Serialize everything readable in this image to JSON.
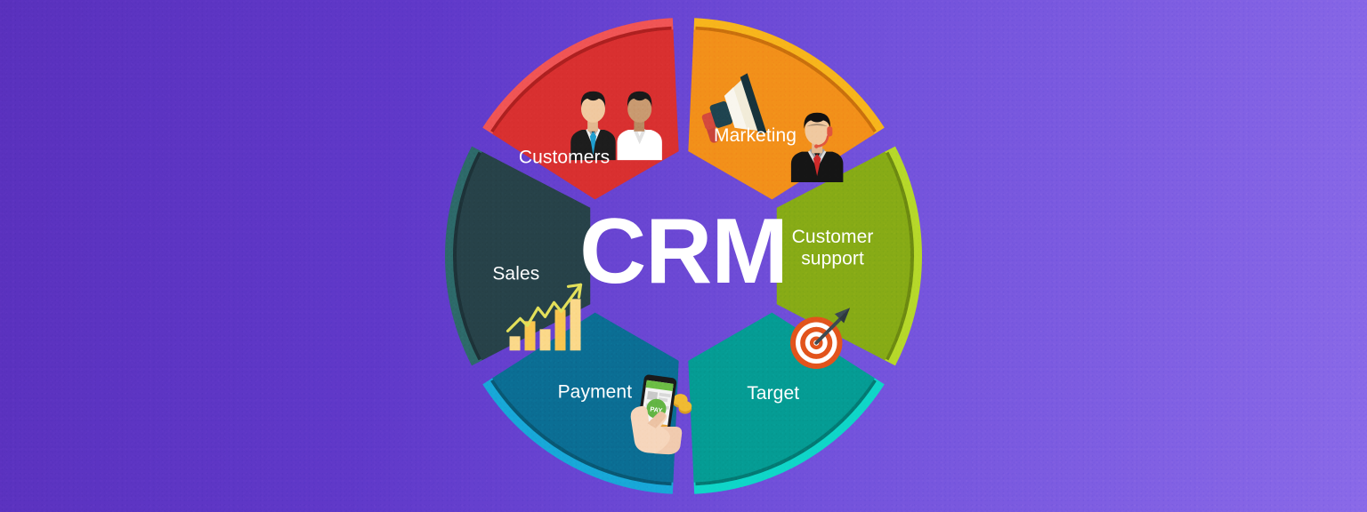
{
  "background": {
    "gradient_from": "#5a31bd",
    "gradient_to": "#8a6ae8",
    "style": "purple diagonal gradient with grain texture"
  },
  "center": {
    "title": "CRM"
  },
  "wheel": {
    "segment_count": 6,
    "segments": [
      {
        "id": "marketing",
        "label": "Marketing",
        "label_lines": [
          "Marketing"
        ],
        "icon": "megaphone-icon",
        "fill": "#f2901a",
        "edge": "#f7b51c",
        "bevel": "#c9700d",
        "start_angle": -90,
        "end_angle": -30
      },
      {
        "id": "customer-support",
        "label": "Customer support",
        "label_lines": [
          "Customer",
          "support"
        ],
        "icon": "support-agent-icon",
        "fill": "#87ab16",
        "edge": "#b6d82a",
        "bevel": "#6d8a11",
        "start_angle": -30,
        "end_angle": 30
      },
      {
        "id": "target",
        "label": "Target",
        "label_lines": [
          "Target"
        ],
        "icon": "target-dartboard-icon",
        "fill": "#059c94",
        "edge": "#0fd6c8",
        "bevel": "#047a74",
        "start_angle": 30,
        "end_angle": 90
      },
      {
        "id": "payment",
        "label": "Payment",
        "label_lines": [
          "Payment"
        ],
        "icon": "mobile-payment-icon",
        "fill": "#0b6e94",
        "edge": "#18a8d8",
        "bevel": "#095874",
        "start_angle": 90,
        "end_angle": 150
      },
      {
        "id": "sales",
        "label": "Sales",
        "label_lines": [
          "Sales"
        ],
        "icon": "bar-chart-growth-icon",
        "fill": "#274249",
        "edge": "#2d6a6a",
        "bevel": "#1d3238",
        "start_angle": 150,
        "end_angle": 210
      },
      {
        "id": "customers",
        "label": "Customers",
        "label_lines": [
          "Customers"
        ],
        "icon": "two-people-icon",
        "fill": "#d93030",
        "edge": "#f05555",
        "bevel": "#ad2020",
        "start_angle": 210,
        "end_angle": 270
      }
    ]
  },
  "icons": {
    "megaphone": {
      "name": "megaphone-icon",
      "cone_color": "#f2ecd9",
      "body_color": "#1f4450",
      "handle_color": "#d44a3d",
      "rim_color": "#17333c"
    },
    "support_agent": {
      "name": "support-agent-icon",
      "hair_color": "#111111",
      "skin_color": "#f0c9a0",
      "suit_color": "#151515",
      "shirt_color": "#e8e8e8",
      "tie_color": "#cf2a2a",
      "headset_color": "#e0563f"
    },
    "target": {
      "name": "target-dartboard-icon",
      "ring_color": "#e2541c",
      "inner_color": "#ffffff",
      "arrow_color": "#3d4a52"
    },
    "mobile_payment": {
      "name": "mobile-payment-icon",
      "phone_color": "#1a1a1a",
      "screen_color": "#f4f4f4",
      "app_bar_color": "#6cbe45",
      "badge_color": "#63b544",
      "hand_color": "#f6d6bc",
      "coin_color": "#f0bb32"
    },
    "bar_chart": {
      "name": "bar-chart-growth-icon",
      "bar_color": "#f9c64f",
      "bar_color_alt": "#fbd98a",
      "line_color": "#e3e05a"
    },
    "two_people": {
      "name": "two-people-icon",
      "hair_color": "#1a1a1a",
      "skin_color": "#f0c9a0",
      "skin_color_alt": "#c99a70",
      "suit_color": "#1d1d1d",
      "shirt_color": "#ffffff",
      "tie_color": "#1f9fd0"
    }
  }
}
